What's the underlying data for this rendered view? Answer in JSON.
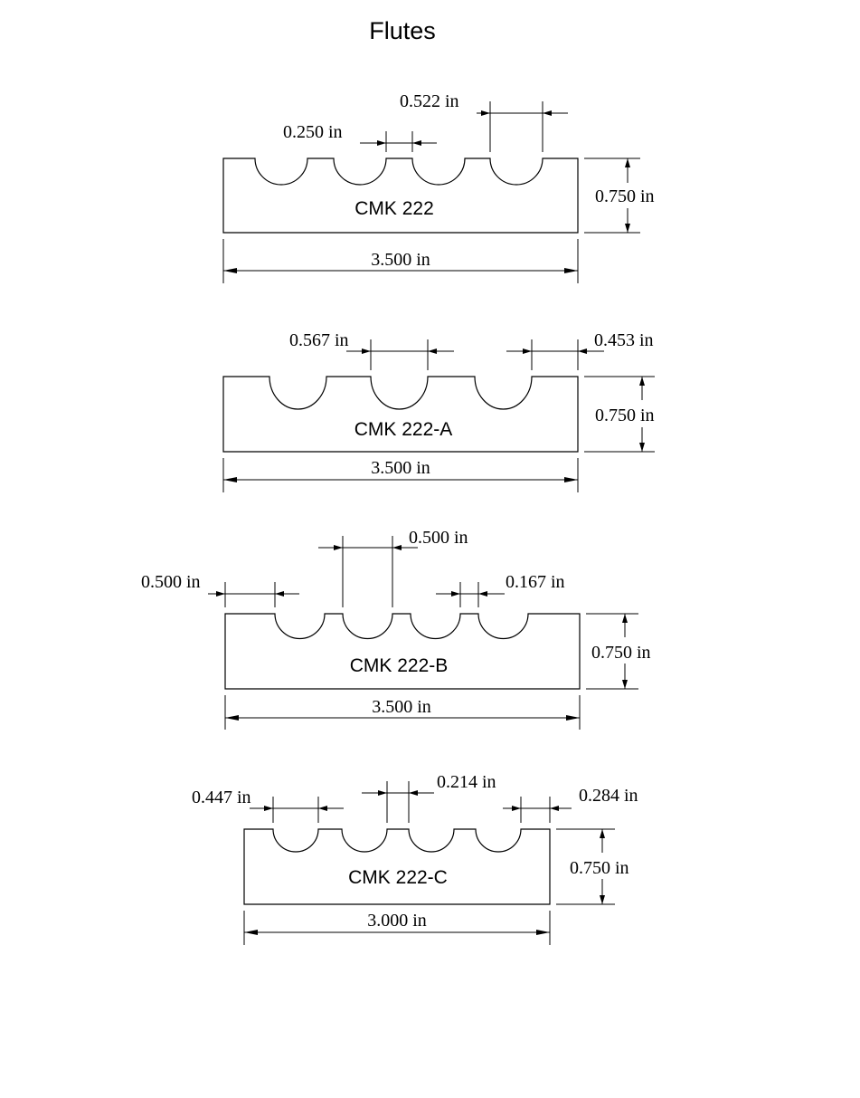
{
  "title": "Flutes",
  "parts": [
    {
      "name": "CMK 222",
      "dimensions": {
        "length": "3.500 in",
        "height": "0.750 in",
        "flute_width": "0.522 in",
        "spacing": "0.250 in"
      }
    },
    {
      "name": "CMK 222-A",
      "dimensions": {
        "length": "3.500 in",
        "height": "0.750 in",
        "flute_width": "0.567 in",
        "edge_right": "0.453 in"
      }
    },
    {
      "name": "CMK 222-B",
      "dimensions": {
        "length": "3.500 in",
        "height": "0.750 in",
        "flute_width": "0.500 in",
        "edge_left": "0.500 in",
        "spacing": "0.167 in"
      }
    },
    {
      "name": "CMK 222-C",
      "dimensions": {
        "length": "3.000 in",
        "height": "0.750 in",
        "edge_left": "0.447 in",
        "spacing": "0.214 in",
        "edge_right": "0.284 in"
      }
    }
  ]
}
